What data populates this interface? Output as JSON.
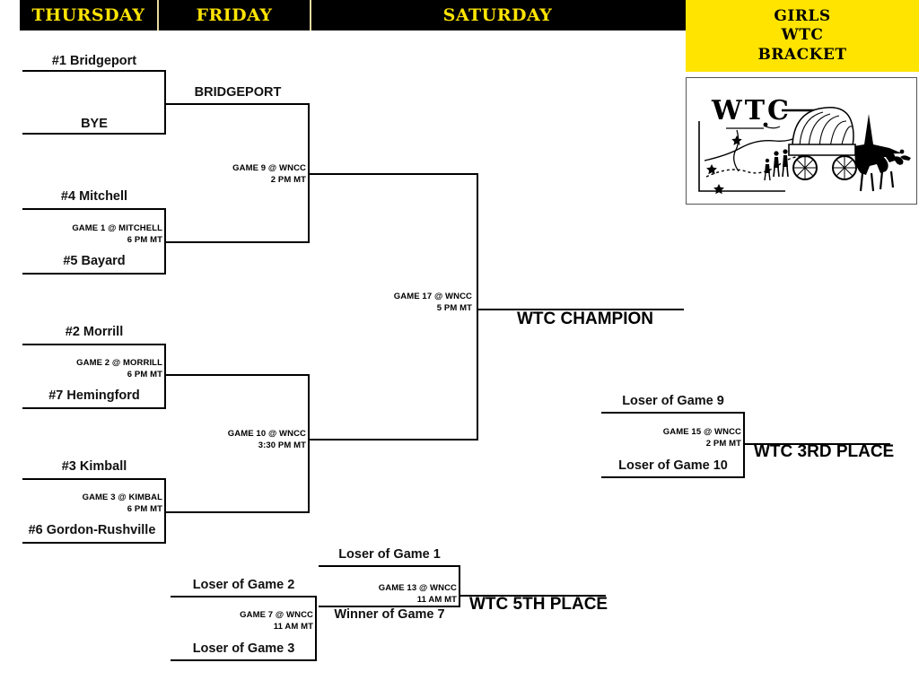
{
  "header": {
    "days": [
      {
        "label": "THURSDAY"
      },
      {
        "label": "FRIDAY"
      },
      {
        "label": "SATURDAY"
      }
    ],
    "title_lines": [
      "GIRLS",
      "WTC",
      "BRACKET"
    ],
    "accent_color": "#FFE400",
    "bar_color": "#000000"
  },
  "logo": {
    "alt": "WTC covered wagon logo",
    "text": "WTC"
  },
  "bracket": {
    "round1": [
      {
        "top": "#1 Bridgeport",
        "bottom": "BYE",
        "game": null,
        "time": null
      },
      {
        "top": "#4 Mitchell",
        "bottom": "#5 Bayard",
        "game": "GAME 1 @ MITCHELL",
        "time": "6 PM MT"
      },
      {
        "top": "#2 Morrill",
        "bottom": "#7 Hemingford",
        "game": "GAME 2 @ MORRILL",
        "time": "6 PM MT"
      },
      {
        "top": "#3 Kimball",
        "bottom": "#6 Gordon-Rushville",
        "game": "GAME 3 @ KIMBAL",
        "time": "6 PM MT"
      }
    ],
    "round2": [
      {
        "winner": "BRIDGEPORT",
        "game": "GAME 9 @ WNCC",
        "time": "2 PM MT"
      },
      {
        "winner": "",
        "game": "GAME 10 @ WNCC",
        "time": "3:30 PM MT"
      }
    ],
    "final": {
      "game": "GAME 17 @ WNCC",
      "time": "5 PM MT",
      "result": "WTC CHAMPION"
    },
    "third_place": {
      "top": "Loser of Game 9",
      "bottom": "Loser of Game 10",
      "game": "GAME 15 @ WNCC",
      "time": "2 PM MT",
      "result": "WTC 3RD PLACE"
    },
    "consolation": {
      "game7": {
        "top": "Loser of Game 2",
        "bottom": "Loser of Game 3",
        "game": "GAME 7 @ WNCC",
        "time": "11 AM MT"
      },
      "game13": {
        "top": "Loser of Game 1",
        "bottom": "Winner of Game 7",
        "game": "GAME 13 @ WNCC",
        "time": "11 AM MT",
        "result": "WTC 5TH PLACE"
      }
    }
  }
}
